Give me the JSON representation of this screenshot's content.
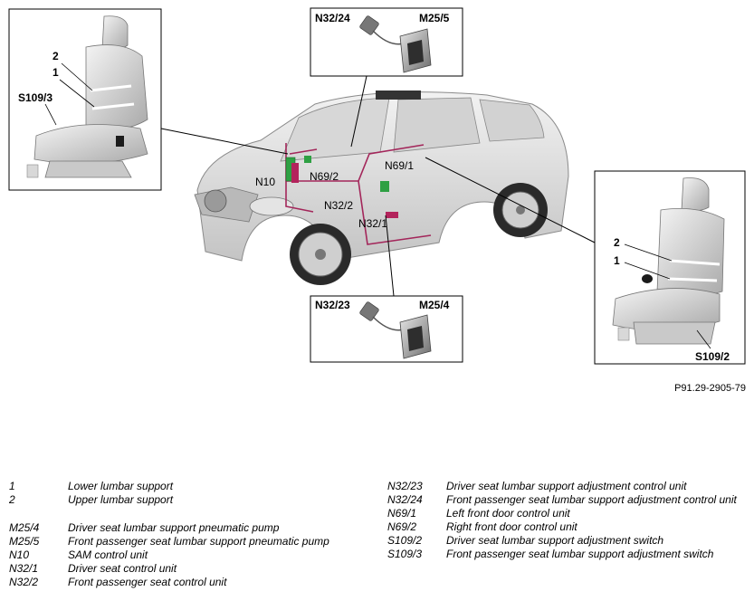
{
  "callouts": {
    "seat_left_upper": "2",
    "seat_left_lower": "1",
    "seat_left_switch": "S109/3",
    "inset_top_unit": "N32/24",
    "inset_top_pump": "M25/5",
    "car_n10": "N10",
    "car_n69_2": "N69/2",
    "car_n69_1": "N69/1",
    "car_n32_2": "N32/2",
    "car_n32_1": "N32/1",
    "inset_bottom_unit": "N32/23",
    "inset_bottom_pump": "M25/4",
    "seat_right_upper": "2",
    "seat_right_lower": "1",
    "seat_right_switch": "S109/2"
  },
  "figure_ref": "P91.29-2905-79",
  "legend": {
    "left": [
      {
        "code": "1",
        "desc": "Lower lumbar support"
      },
      {
        "code": "2",
        "desc": "Upper lumbar support"
      },
      {
        "code": "M25/4",
        "desc": "Driver seat lumbar support pneumatic pump",
        "gap": true
      },
      {
        "code": "M25/5",
        "desc": "Front passenger seat lumbar support pneumatic pump"
      },
      {
        "code": "N10",
        "desc": "SAM control unit"
      },
      {
        "code": "N32/1",
        "desc": "Driver seat control unit"
      },
      {
        "code": "N32/2",
        "desc": "Front passenger seat control unit"
      }
    ],
    "right": [
      {
        "code": "N32/23",
        "desc": "Driver seat lumbar support adjustment control unit"
      },
      {
        "code": "N32/24",
        "desc": "Front passenger seat lumbar support adjustment control unit"
      },
      {
        "code": "N69/1",
        "desc": "Left front door control unit"
      },
      {
        "code": "N69/2",
        "desc": "Right front door control unit"
      },
      {
        "code": "S109/2",
        "desc": "Driver seat lumbar support adjustment switch"
      },
      {
        "code": "S109/3",
        "desc": "Front passenger seat lumbar support adjustment switch"
      }
    ]
  }
}
